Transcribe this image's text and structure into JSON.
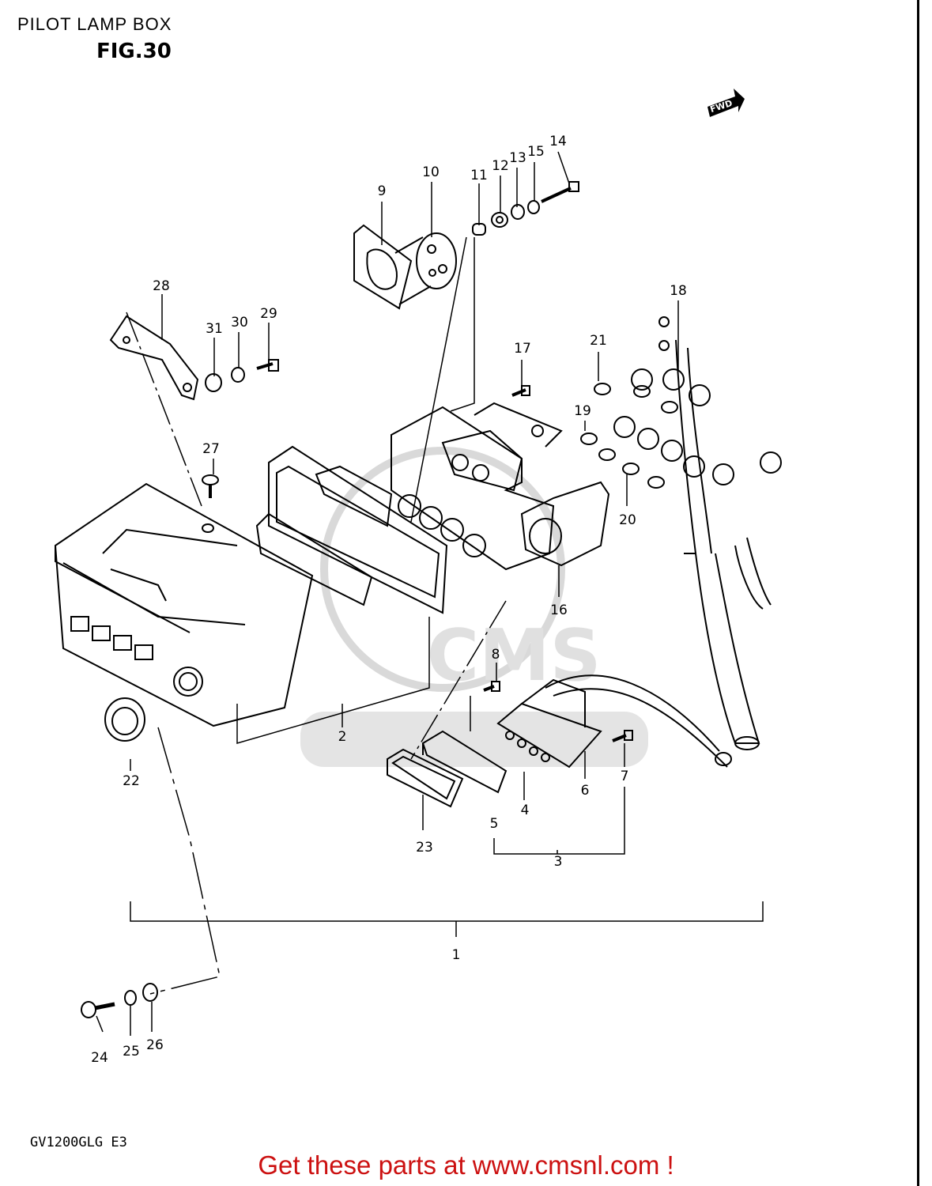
{
  "header": {
    "title": "PILOT LAMP BOX",
    "figure": "FIG.30"
  },
  "direction_marker": "FWD",
  "callouts": [
    "1",
    "2",
    "3",
    "4",
    "5",
    "6",
    "7",
    "8",
    "9",
    "10",
    "11",
    "12",
    "13",
    "14",
    "15",
    "16",
    "17",
    "18",
    "19",
    "20",
    "21",
    "22",
    "23",
    "24",
    "25",
    "26",
    "27",
    "28",
    "29",
    "30",
    "31"
  ],
  "model_code": "GV1200GLG E3",
  "footer": {
    "link_text": "Get these parts at www.cmsnl.com !"
  },
  "colors": {
    "footer_link": "#cc1111",
    "line_art": "#000000",
    "watermark": "#d9d9d9"
  }
}
